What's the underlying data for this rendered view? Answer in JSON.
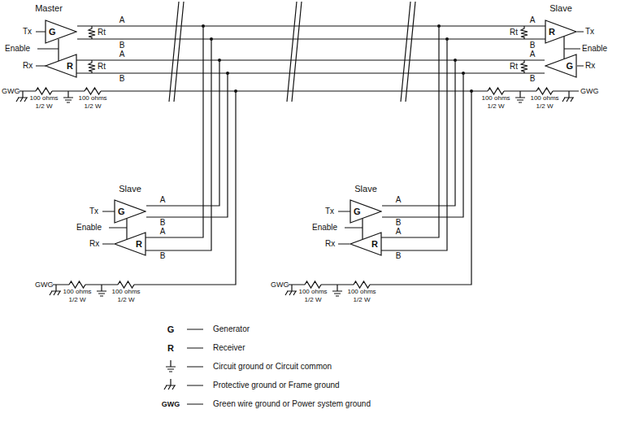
{
  "diagram": {
    "nodes": [
      {
        "text": [
          "G"
        ]
      },
      {
        "text": [
          "R"
        ]
      },
      {
        "text": [
          "R"
        ]
      },
      {
        "text": [
          "G"
        ]
      },
      {
        "text": [
          "G"
        ]
      },
      {
        "text": [
          "R"
        ]
      },
      {
        "text": [
          "G"
        ]
      },
      {
        "text": [
          "R"
        ]
      }
    ],
    "labels": [
      "Master",
      "Tx",
      "Enable",
      "Rx",
      "A",
      "B",
      "A",
      "B",
      "Rt",
      "Rt",
      "GWG",
      "100 ohms",
      "1/2 W",
      "100 ohms",
      "1/2 W",
      "Slave",
      "Tx",
      "Enable",
      "Rx",
      "A",
      "B",
      "A",
      "B",
      "Rt",
      "Rt",
      "100 ohms",
      "1/2 W",
      "100 ohms",
      "1/2 W",
      "GWG",
      "Slave",
      "Tx",
      "Enable",
      "Rx",
      "A",
      "B",
      "A",
      "B",
      "GWG",
      "100 ohms",
      "1/2 W",
      "100 ohms",
      "1/2 W",
      "Slave",
      "Tx",
      "Enable",
      "Rx",
      "A",
      "B",
      "A",
      "B",
      "GWG",
      "100 ohms",
      "1/2 W",
      "100 ohms",
      "1/2 W",
      "G",
      "R",
      "GWG"
    ],
    "legend": [
      {
        "text": "Generator"
      },
      {
        "text": "Receiver"
      },
      {
        "text": "Circuit ground or Circuit common"
      },
      {
        "text": "Protective ground or Frame ground"
      },
      {
        "text": "Green wire ground or Power system ground"
      }
    ]
  }
}
